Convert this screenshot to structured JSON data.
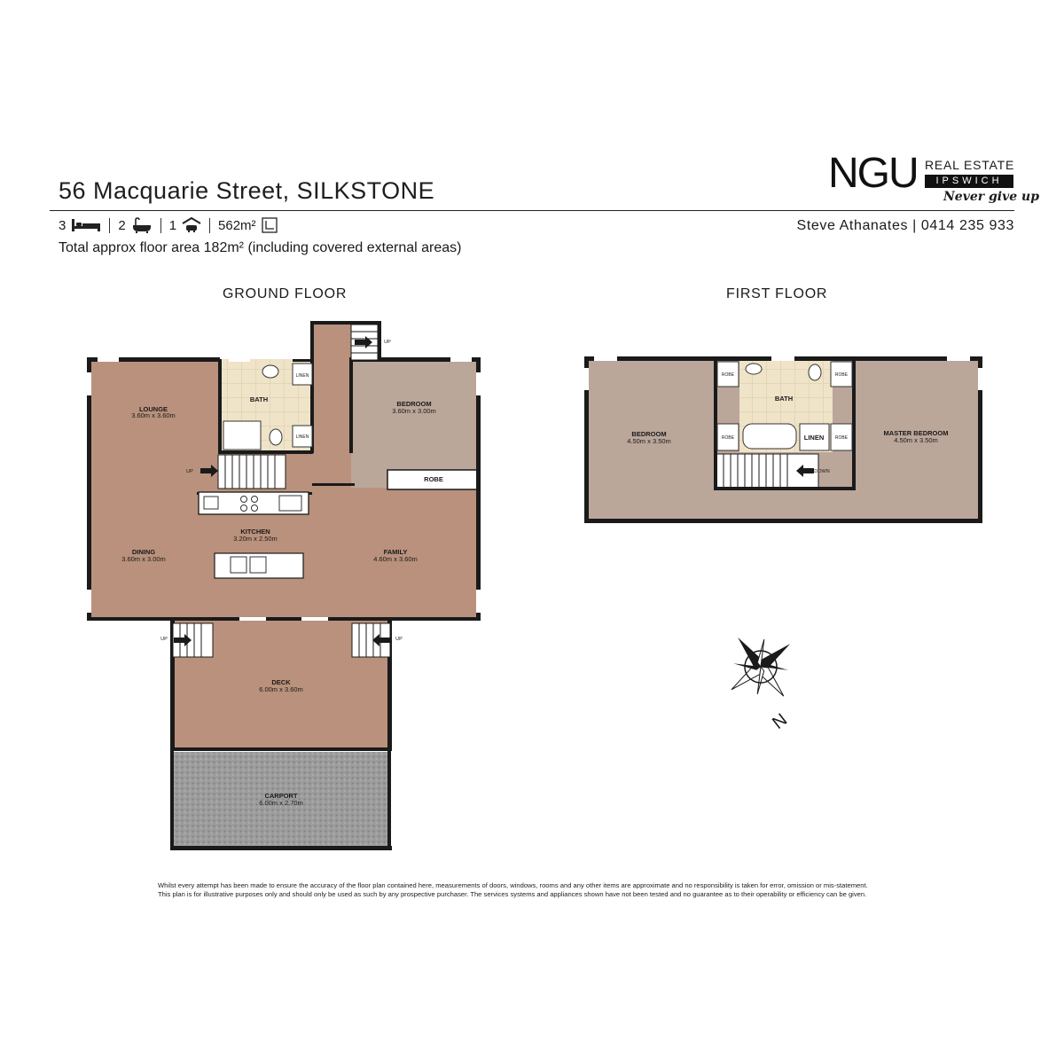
{
  "header": {
    "address": "56 Macquarie Street, SILKSTONE",
    "beds": "3",
    "baths": "2",
    "cars": "1",
    "land": "562m²",
    "total_area": "Total approx floor area 182m² (including covered external areas)",
    "agent": "Steve Athanates | 0414 235 933"
  },
  "logo": {
    "brand": "NGU",
    "line1": "REAL ESTATE",
    "line2": "IPSWICH",
    "tagline": "Never give up"
  },
  "floors": {
    "ground_label": "GROUND FLOOR",
    "first_label": "FIRST FLOOR"
  },
  "rooms": {
    "lounge": {
      "name": "LOUNGE",
      "size": "3.60m  x 3.60m"
    },
    "bath_g": {
      "name": "BATH"
    },
    "linen_g1": {
      "name": "LINEN"
    },
    "linen_g2": {
      "name": "LINEN"
    },
    "bedroom_g": {
      "name": "BEDROOM",
      "size": "3.60m  x 3.00m"
    },
    "robe_g": {
      "name": "ROBE"
    },
    "kitchen": {
      "name": "KITCHEN",
      "size": "3.20m  x 2.50m"
    },
    "dining": {
      "name": "DINING",
      "size": "3.60m  x 3.00m"
    },
    "family": {
      "name": "FAMILY",
      "size": "4.60m  x 3.60m"
    },
    "deck": {
      "name": "DECK",
      "size": "6.00m  x 3.60m"
    },
    "carport": {
      "name": "CARPORT",
      "size": "6.00m  x 2.70m"
    },
    "bedroom_f": {
      "name": "BEDROOM",
      "size": "4.50m  x 3.50m"
    },
    "bath_f": {
      "name": "BATH"
    },
    "linen_f": {
      "name": "LINEN"
    },
    "master": {
      "name": "MASTER BEDROOM",
      "size": "4.50m  x 3.50m"
    },
    "robe_f1": {
      "name": "ROBE"
    },
    "robe_f2": {
      "name": "ROBE"
    },
    "robe_f3": {
      "name": "ROBE"
    },
    "robe_f4": {
      "name": "ROBE"
    }
  },
  "stair_labels": {
    "up_top": "UP",
    "up_mid": "UP",
    "up_deck_left": "UP",
    "up_deck_right": "UP",
    "down": "DOWN"
  },
  "compass": {
    "north": "N"
  },
  "disclaimer": {
    "line1": "Whilst every attempt has been made to ensure the accuracy of the floor plan contained here, measurements of doors, windows, rooms and any other items are approximate and no responsibility is taken for error, omission or mis-statement.",
    "line2": "This plan is for illustrative purposes only and should only be used as such by any prospective purchaser. The services systems and appliances shown have not been tested and no guarantee as to their operability or efficiency can be given."
  },
  "colors": {
    "timber": "#b9917c",
    "carpet": "#bba69a",
    "tile": "#efe3c8",
    "gravel": "#9a9a9a",
    "wall": "#1a1a1a"
  }
}
